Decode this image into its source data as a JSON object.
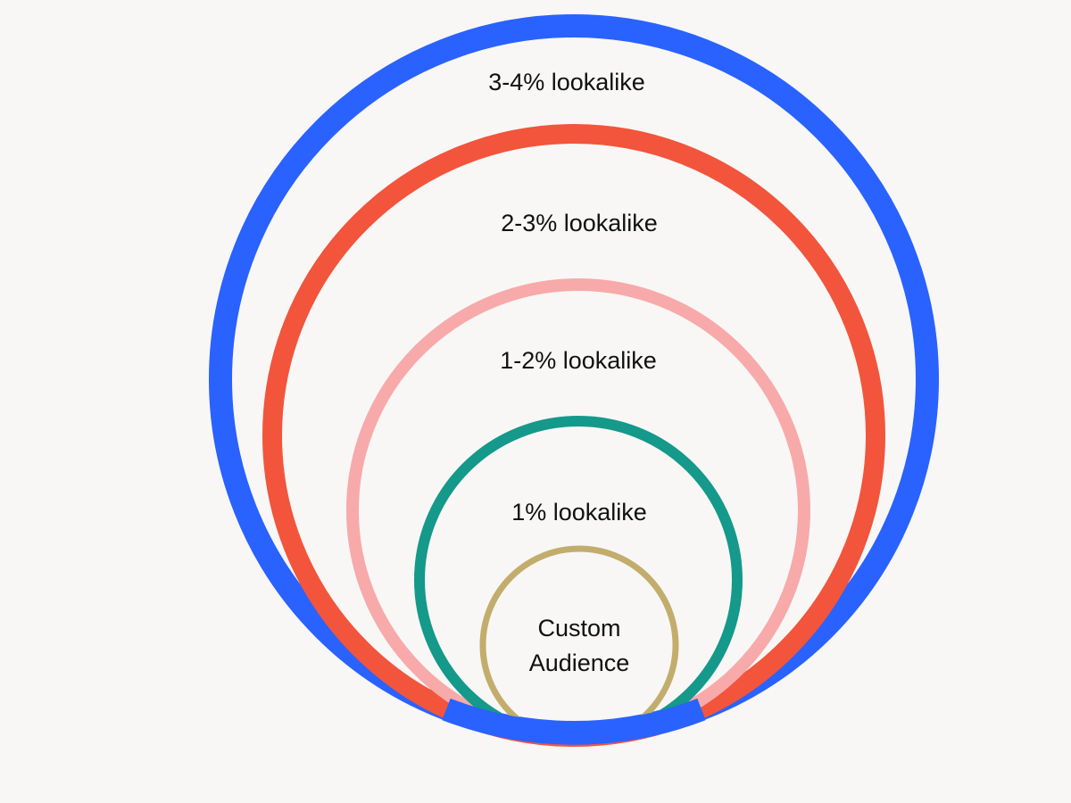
{
  "background": "#f8f7f6",
  "rings": [
    {
      "id": "lookalike-3-4",
      "label": "3-4% lookalike",
      "color": "#2962ff"
    },
    {
      "id": "lookalike-2-3",
      "label": "2-3% lookalike",
      "color": "#f2553b"
    },
    {
      "id": "lookalike-1-2",
      "label": "1-2% lookalike",
      "color": "#f7aaa9"
    },
    {
      "id": "lookalike-1",
      "label": "1% lookalike",
      "color": "#14998a"
    },
    {
      "id": "custom-audience",
      "label_lines": [
        "Custom",
        "Audience"
      ],
      "color": "#c2ad6c"
    }
  ]
}
